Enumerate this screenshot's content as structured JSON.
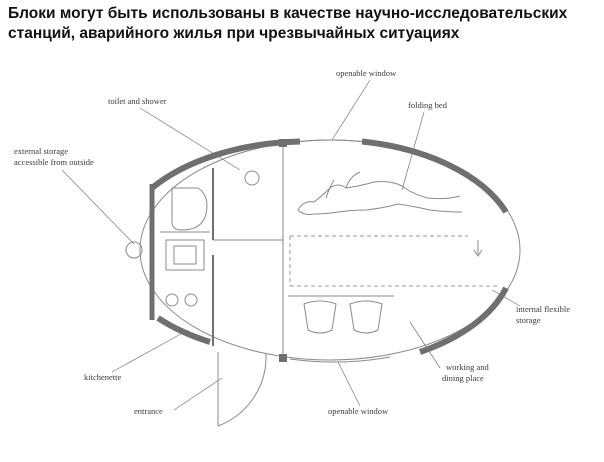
{
  "caption": {
    "line1": "Блоки могут быть использованы в качестве научно-исследовательских",
    "line2": "станций, аварийного жилья при  чрезвычайных ситуациях"
  },
  "labels": {
    "openable_window_top": "openable window",
    "toilet_and_shower": "toilet and shower",
    "folding_bed": "folding bed",
    "external_storage_1": "external storage",
    "external_storage_2": "accessible from outside",
    "internal_flexible_1": "internal flexible",
    "internal_flexible_2": "storage",
    "kitchenette": "kitchenette",
    "working_1": "working and",
    "working_2": "dining place",
    "entrance": "entrance",
    "openable_window_bottom": "openable window"
  },
  "colors": {
    "wall": "#6f6f6f",
    "line": "#8a8a8a",
    "text": "#3a3a3a"
  }
}
